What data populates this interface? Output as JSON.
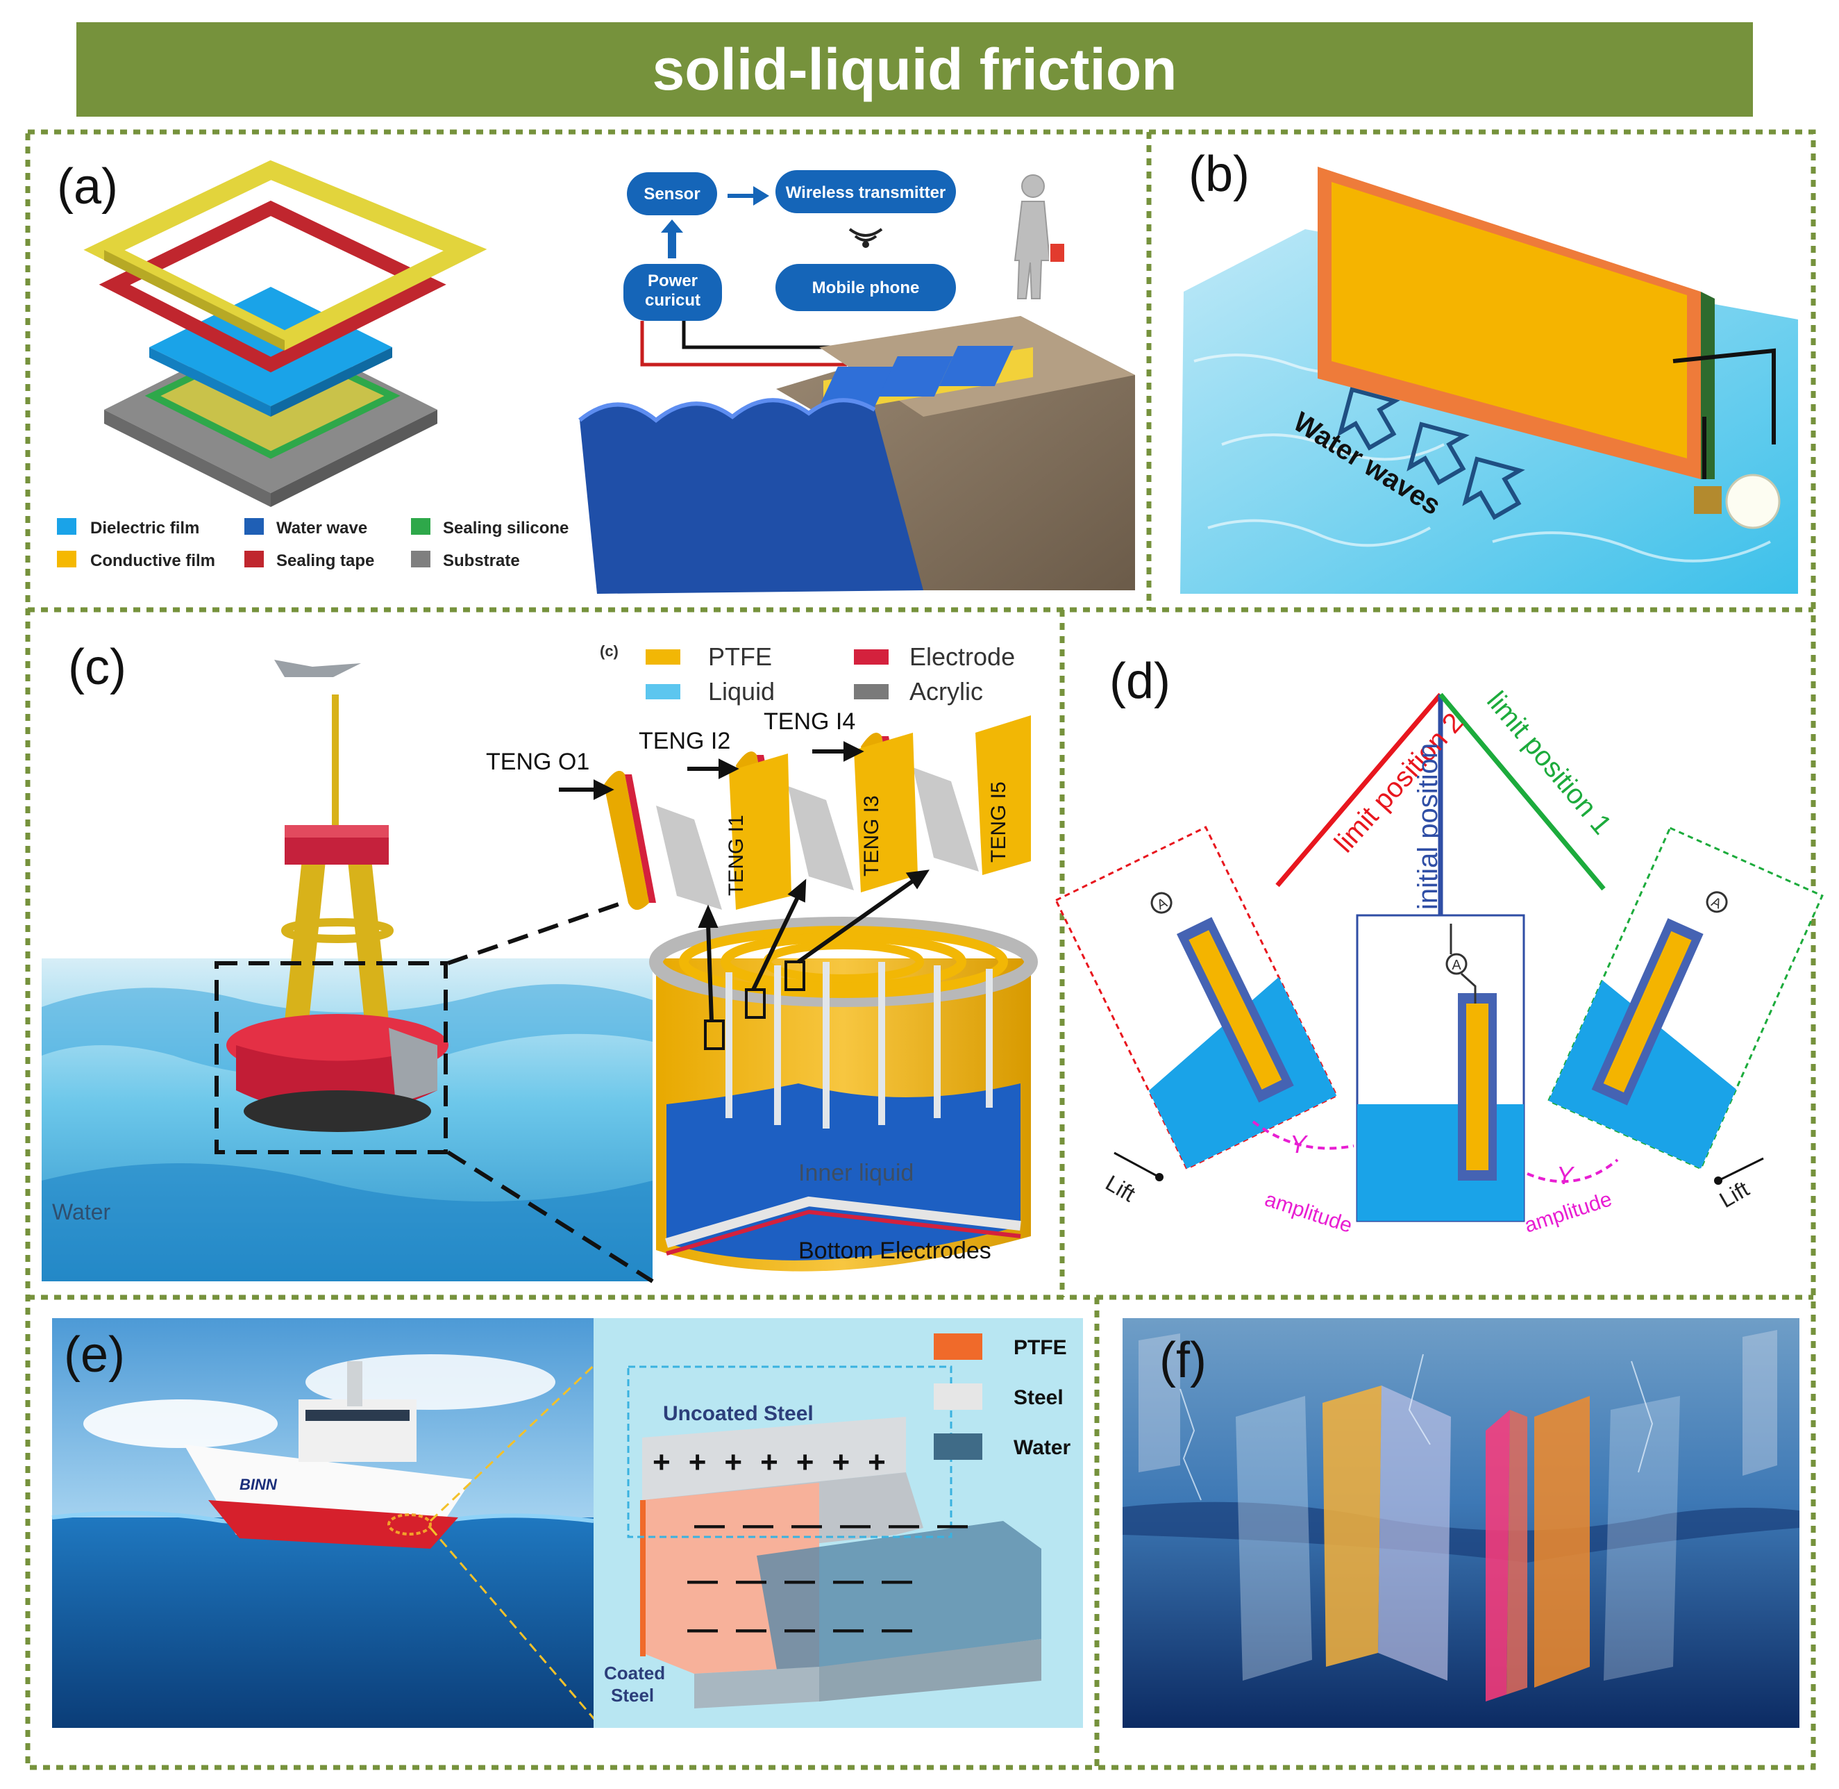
{
  "title": "solid-liquid friction",
  "colors": {
    "title_bg": "#76923c",
    "dotted_border": "#76923c",
    "water": "#1fb5e8",
    "ptfe_yellow": "#f2b705",
    "electrode_red": "#d4213d",
    "deep_blue": "#1f4fa8"
  },
  "panel_a": {
    "label": "(a)",
    "legend": [
      {
        "text": "Dielectric film",
        "color": "#1aa3e8"
      },
      {
        "text": "Water wave",
        "color": "#1f5fb5"
      },
      {
        "text": "Sealing silicone",
        "color": "#2ea84a"
      },
      {
        "text": "Conductive film",
        "color": "#f5b800"
      },
      {
        "text": "Sealing tape",
        "color": "#c0262e"
      },
      {
        "text": "Substrate",
        "color": "#7f7f7f"
      }
    ],
    "flow": {
      "sensor": "Sensor",
      "wireless": "Wireless transmitter",
      "power_line1": "Power",
      "power_line2": "curicut",
      "mobile": "Mobile phone"
    }
  },
  "panel_b": {
    "label": "(b)",
    "water_label": "Water waves"
  },
  "panel_c": {
    "label": "(c)",
    "small_label": "(c)",
    "legend": [
      {
        "text": "PTFE",
        "color": "#f2b705"
      },
      {
        "text": "Electrode",
        "color": "#d4213d"
      },
      {
        "text": "Liquid",
        "color": "#5cc6ef"
      },
      {
        "text": "Acrylic",
        "color": "#7a7a7a"
      }
    ],
    "teng_top": [
      "TENG O1",
      "TENG I2",
      "TENG I4"
    ],
    "teng_vertical": [
      "TENG I1",
      "TENG I3",
      "TENG I5"
    ],
    "inner_liquid": "Inner liquid",
    "bottom_electrodes": "Bottom Electrodes",
    "water": "Water"
  },
  "panel_d": {
    "label": "(d)",
    "limit2": "limit position 2",
    "initial": "initial position",
    "limit1": "limit position 1",
    "ammeter": "A",
    "amplitude": "amplitude",
    "gamma": "Y",
    "lift": "Lift"
  },
  "panel_e": {
    "label": "(e)",
    "ship_name": "BINN",
    "uncoated": "Uncoated Steel",
    "coated_line1": "Coated",
    "coated_line2": "Steel",
    "legend": [
      {
        "text": "PTFE",
        "color": "#f06a2a"
      },
      {
        "text": "Steel",
        "color": "#e6e6e6"
      },
      {
        "text": "Water",
        "color": "#3f6b87"
      }
    ]
  },
  "panel_f": {
    "label": "(f)"
  }
}
